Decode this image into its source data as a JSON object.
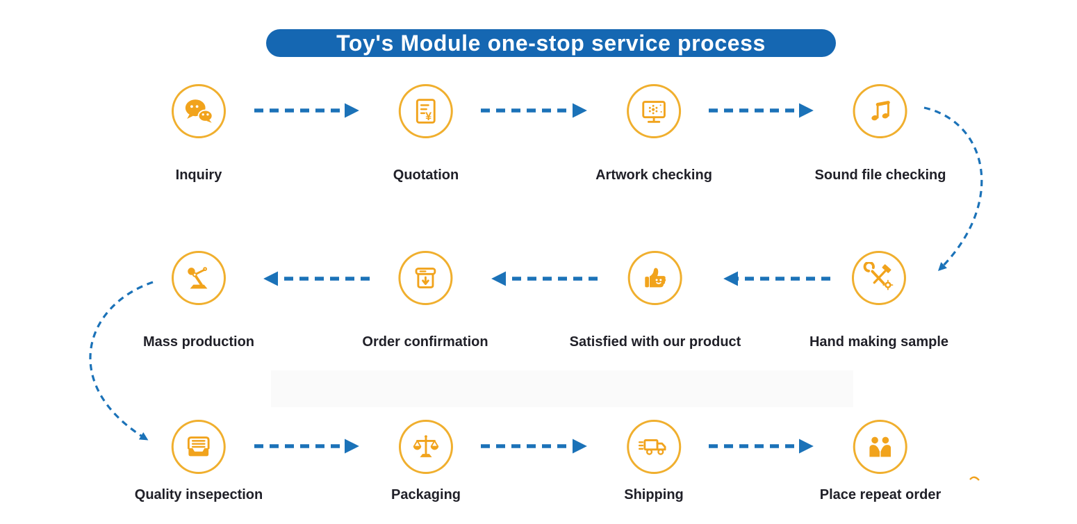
{
  "title": "Toy's Module one-stop service process",
  "colors": {
    "banner_blue": "#1567B2",
    "arrow_blue": "#1B72B8",
    "icon_orange": "#F1A31C",
    "circle_border": "#F0AF2E",
    "label_dark": "#202028"
  },
  "rows": [
    {
      "name": "row-1",
      "direction": "left-to-right",
      "steps": [
        {
          "label": "Inquiry",
          "icon": "wechat-icon"
        },
        {
          "label": "Quotation",
          "icon": "quotation-document-icon"
        },
        {
          "label": "Artwork checking",
          "icon": "artwork-monitor-icon"
        },
        {
          "label": "Sound file checking",
          "icon": "music-notes-icon"
        }
      ]
    },
    {
      "name": "row-2",
      "direction": "right-to-left",
      "steps": [
        {
          "label": "Mass production",
          "icon": "robot-arm-icon"
        },
        {
          "label": "Order confirmation",
          "icon": "order-box-icon"
        },
        {
          "label": "Satisfied with our product",
          "icon": "thumbs-up-icon"
        },
        {
          "label": "Hand making sample",
          "icon": "hammer-wrench-icon"
        }
      ]
    },
    {
      "name": "row-3",
      "direction": "left-to-right",
      "steps": [
        {
          "label": "Quality insepection",
          "icon": "inspection-tray-icon"
        },
        {
          "label": "Packaging",
          "icon": "balance-scale-icon"
        },
        {
          "label": "Shipping",
          "icon": "shipping-truck-icon"
        },
        {
          "label": "Place repeat order",
          "icon": "handshake-people-icon"
        }
      ]
    }
  ]
}
